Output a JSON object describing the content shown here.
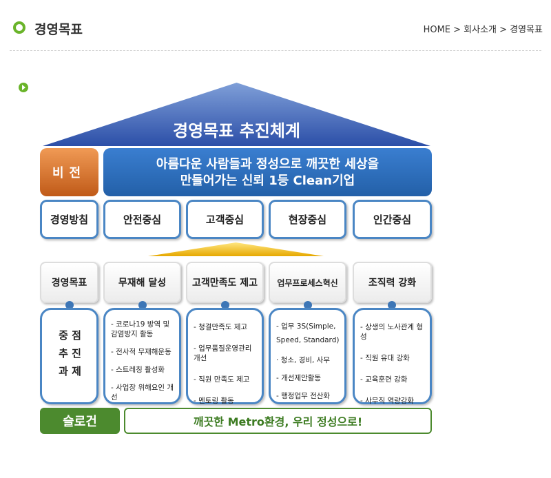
{
  "header": {
    "title": "경영목표",
    "breadcrumb": "HOME > 회사소개 > 경영목표"
  },
  "diagram": {
    "title": "경영목표 추진체계",
    "vision_label": "비전",
    "vision_line1": "아름다운 사람들과 정성으로 깨끗한 세상을",
    "vision_line2": "만들어가는 신뢰 1등 Clean기업",
    "policy_label": "경영방침",
    "policies": [
      "안전중심",
      "고객중심",
      "현장중심",
      "인간중심"
    ],
    "goal_label": "경영목표",
    "goals": [
      "무재해 달성",
      "고객만족도 제고",
      "업무프로세스혁신",
      "조직력 강화"
    ],
    "task_label": [
      "중 점",
      "추 진",
      "과 제"
    ],
    "tasks": [
      [
        "- 코로나19 방역 및 감염방지 활동",
        "- 전사적 무재해운동",
        "- 스트레칭 활성화",
        "- 사업장 위해요인 개선"
      ],
      [
        "- 청결만족도 제고",
        "- 업무품질운영관리 개선",
        "- 직원 만족도 제고",
        "- 멘토링 활동"
      ],
      [
        "- 업무 3S(Simple, Speed, Standard)",
        "· 청소, 경비, 사무",
        "- 개선제안활동",
        "- 행정업무 전산화"
      ],
      [
        "- 상생의 노사관계 형성",
        "- 직원 유대 강화",
        "- 교육훈련 강화",
        "- 사무직 역량강화"
      ]
    ],
    "slogan_label": "슬로건",
    "slogan": "깨끗한 Metro환경, 우리 정성으로!"
  }
}
